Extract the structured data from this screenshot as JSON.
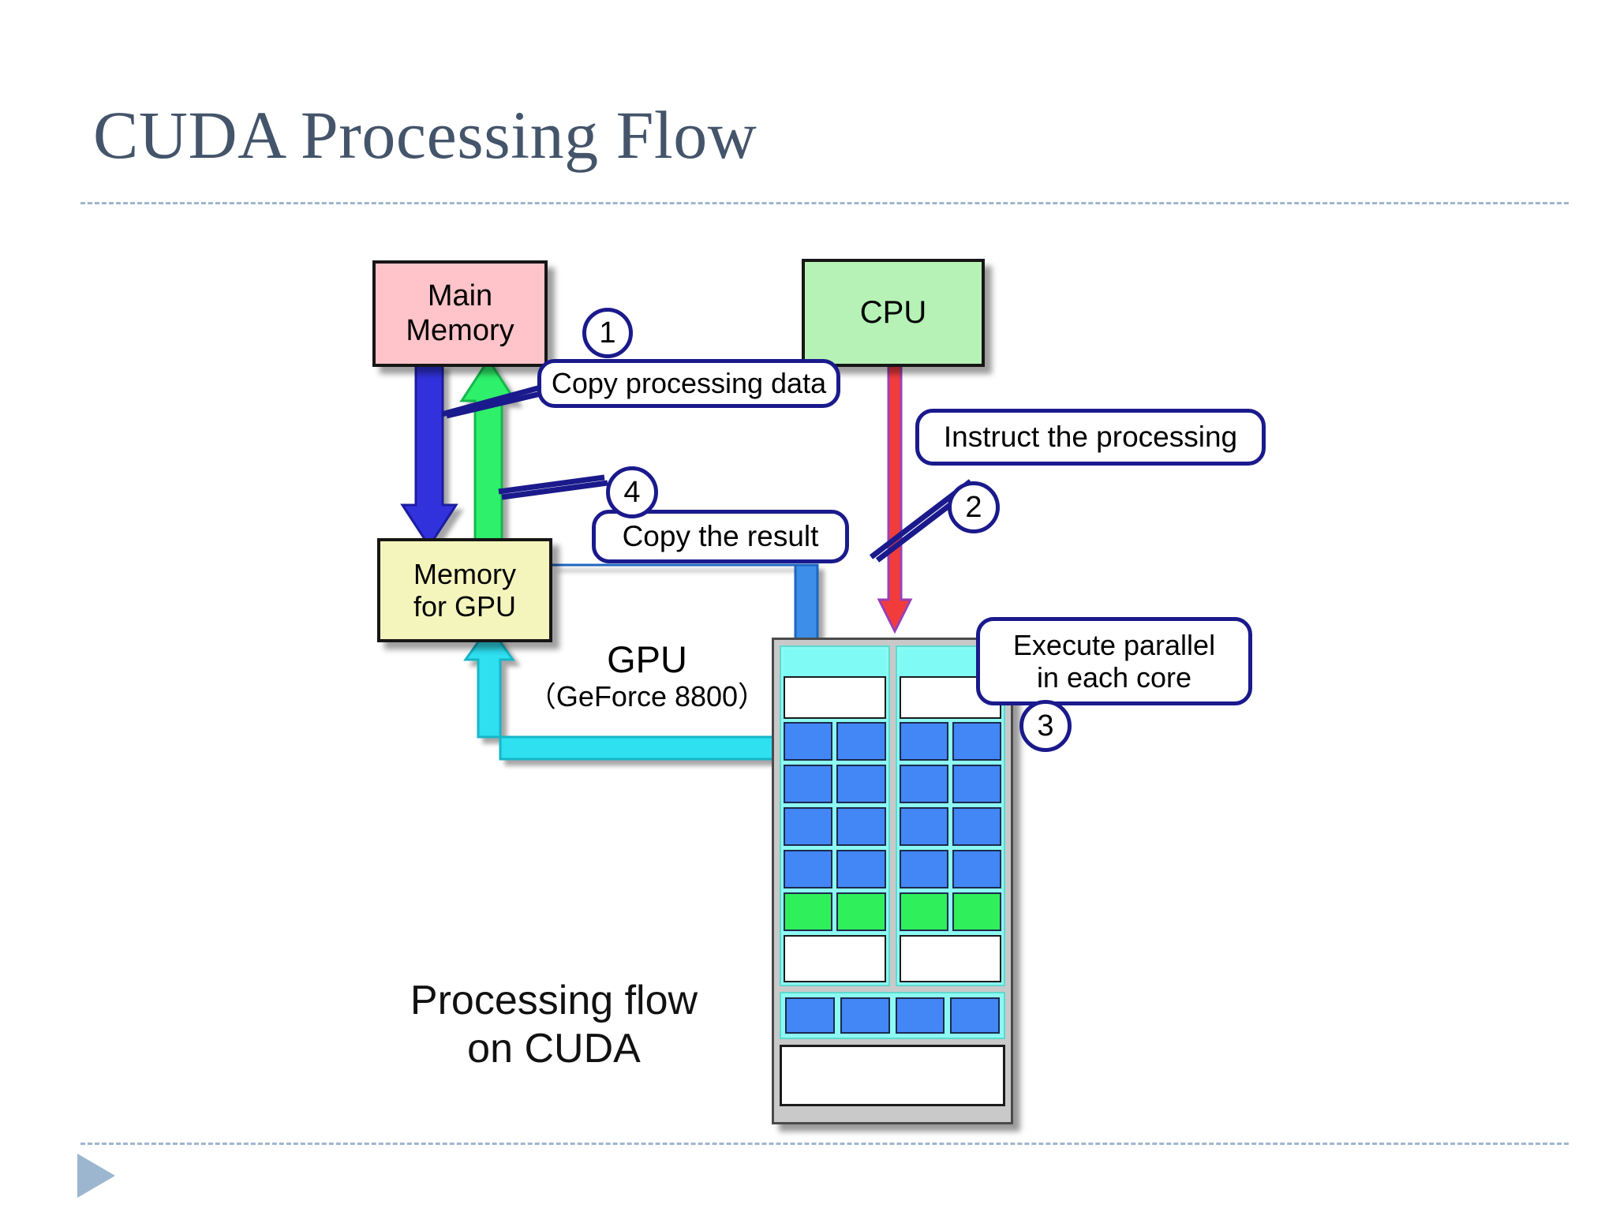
{
  "slide": {
    "title": "CUDA Processing Flow",
    "title_color": "#44546a",
    "background": "#ffffff",
    "divider_color": "#9fb6cd",
    "bullet_triangle_color": "#9db6d0"
  },
  "diagram": {
    "caption_line_1": "Processing flow",
    "caption_line_2": "on CUDA",
    "boxes": [
      {
        "id": "main-memory",
        "line_1": "Main",
        "line_2": "Memory",
        "fill": "#ffc4c9",
        "border": "#161616"
      },
      {
        "id": "cpu",
        "line_1": "CPU",
        "line_2": "",
        "fill": "#b6f2b6",
        "border": "#161616"
      },
      {
        "id": "memory-for-gpu",
        "line_1": "Memory",
        "line_2": "for GPU",
        "fill": "#f4f4bd",
        "border": "#161616"
      }
    ],
    "gpu": {
      "label_line_1": "GPU",
      "label_line_2": "（GeForce 8800）",
      "chassis_fill": "#c9c9c9",
      "column_fill": "#8cfaf2",
      "core_blue": "#4287f5",
      "core_green": "#2ff05a",
      "columns": 2,
      "core_rows_per_column": 5,
      "cores_per_row": 2,
      "green_row_index": 4,
      "bottom_strip_cores": 4
    },
    "callouts": [
      {
        "number": "1",
        "text": "Copy processing data",
        "text_line_2": "",
        "border": "#1a1a8c"
      },
      {
        "number": "2",
        "text": "Instruct the processing",
        "text_line_2": "",
        "border": "#1a1a8c"
      },
      {
        "number": "3",
        "text": "Execute parallel",
        "text_line_2": "in each core",
        "border": "#1a1a8c"
      },
      {
        "number": "4",
        "text": "Copy the result",
        "text_line_2": "",
        "border": "#1a1a8c"
      }
    ],
    "arrows": [
      {
        "id": "main-memory-to-gpu-memory",
        "color": "#3333dd",
        "direction": "down"
      },
      {
        "id": "gpu-memory-to-main-memory",
        "color": "#2ef06a",
        "direction": "up"
      },
      {
        "id": "cpu-to-gpu",
        "color": "#f23c3c",
        "direction": "down"
      },
      {
        "id": "gpu-memory-to-cores",
        "color": "#3d8ee8",
        "direction": "down"
      },
      {
        "id": "cores-to-gpu-memory",
        "color": "#2ee0f0",
        "direction": "up"
      }
    ]
  }
}
